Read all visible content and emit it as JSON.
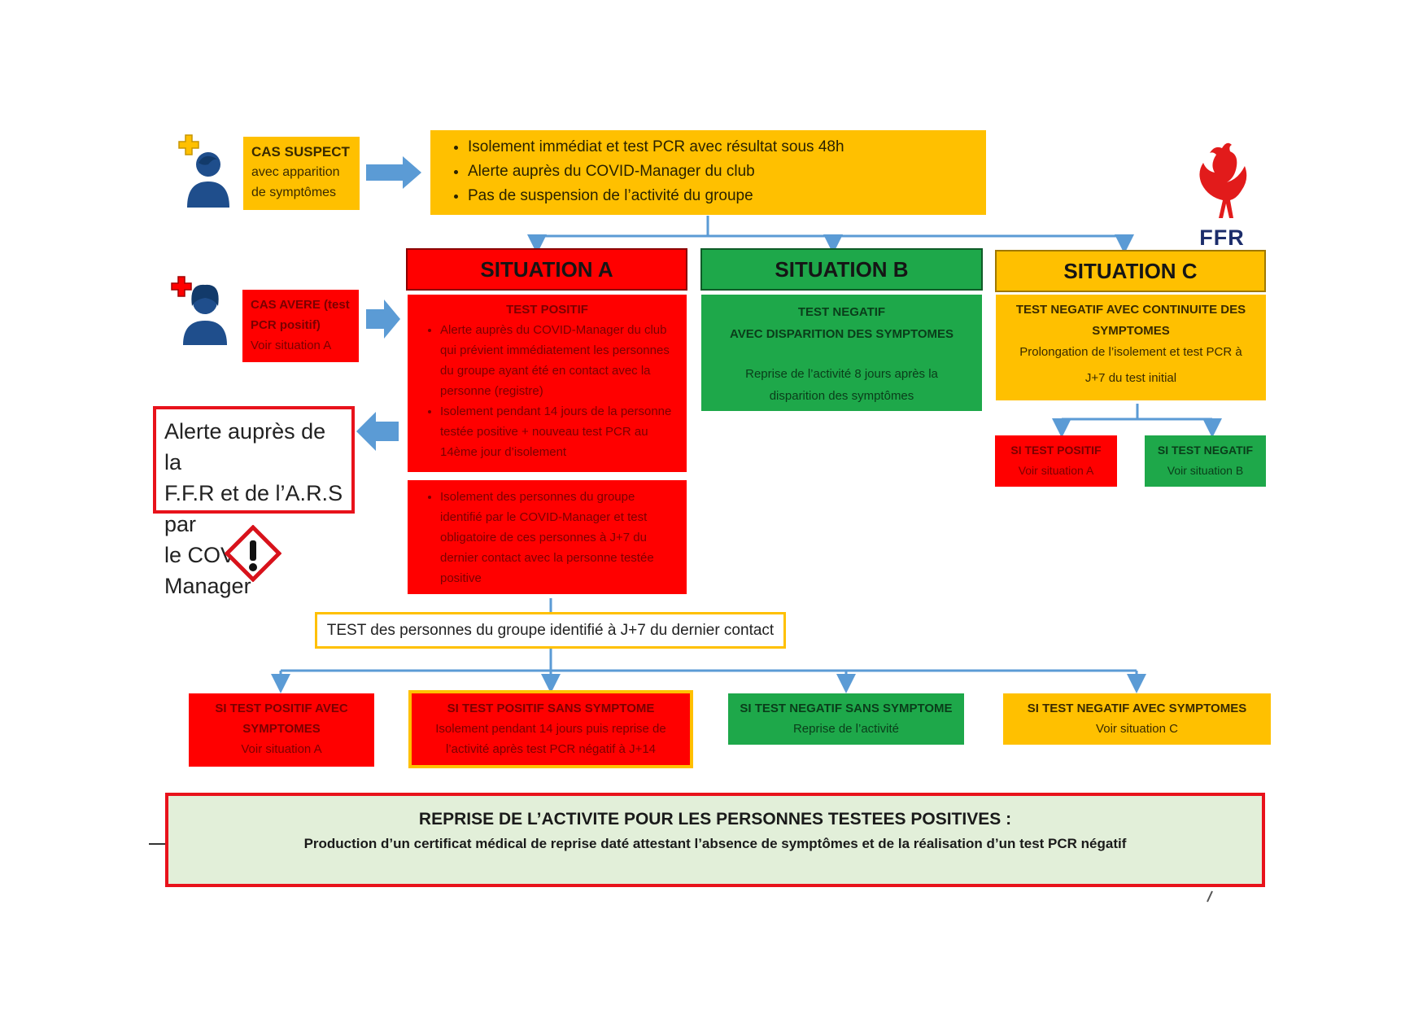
{
  "logo": {
    "text": "FFR",
    "color": "#1c2d6b"
  },
  "suspect": {
    "icon": "user-suspect-icon",
    "title": "CAS SUSPECT",
    "line2": "avec apparition",
    "line3": "de symptômes"
  },
  "suspect_actions": [
    "Isolement immédiat et test PCR avec résultat sous 48h",
    "Alerte auprès du COVID-Manager du club",
    "Pas de suspension de l’activité du groupe"
  ],
  "confirmed": {
    "icon": "user-confirmed-icon",
    "title": "CAS AVERE (test",
    "line2": "PCR positif)",
    "line3": "Voir situation A"
  },
  "alert_box": {
    "line1": "Alerte auprès de la",
    "line2": "F.F.R et de l’A.R.S par",
    "line3": "le COVID-Manager"
  },
  "situations": {
    "a": {
      "title": "SITUATION A",
      "subtitle": "TEST POSITIF",
      "bullets": [
        "Alerte auprès du COVID-Manager du club qui prévient immédiatement les personnes du groupe ayant été en contact avec la personne (registre)",
        "Isolement pendant 14 jours de la personne testée positive + nouveau test PCR au 14ème jour d’isolement"
      ],
      "second_bullets": [
        "Isolement des personnes du groupe identifié par le COVID-Manager et test obligatoire de ces personnes à J+7 du dernier contact avec la personne testée positive"
      ]
    },
    "b": {
      "title": "SITUATION B",
      "line1": "TEST NEGATIF",
      "line2": "AVEC DISPARITION DES SYMPTOMES",
      "line3": "Reprise de l’activité 8 jours après la",
      "line4": "disparition des symptômes"
    },
    "c": {
      "title": "SITUATION C",
      "line1": "TEST NEGATIF AVEC CONTINUITE DES",
      "line2": "SYMPTOMES",
      "line3": "Prolongation de l’isolement et test PCR à",
      "line4": "J+7 du test initial",
      "outcome_pos_title": "SI TEST POSITIF",
      "outcome_pos_text": "Voir situation A",
      "outcome_neg_title": "SI TEST NEGATIF",
      "outcome_neg_text": "Voir situation B"
    }
  },
  "group_test": "TEST des personnes du groupe identifié à J+7 du dernier contact",
  "outcomes": [
    {
      "title": "SI TEST POSITIF AVEC",
      "title2": "SYMPTOMES",
      "text": "Voir situation A",
      "text2": ""
    },
    {
      "title": "SI TEST POSITIF SANS SYMPTOME",
      "title2": "",
      "text": "Isolement pendant 14 jours puis reprise de",
      "text2": "l’activité après test PCR négatif à J+14"
    },
    {
      "title": "SI TEST NEGATIF SANS SYMPTOME",
      "title2": "",
      "text": "Reprise de l’activité",
      "text2": ""
    },
    {
      "title": "SI TEST NEGATIF AVEC SYMPTOMES",
      "title2": "",
      "text": "Voir situation C",
      "text2": ""
    }
  ],
  "footer": {
    "title": "REPRISE DE L’ACTIVITE POUR LES PERSONNES TESTEES POSITIVES :",
    "text": "Production d’un certificat médical de reprise daté attestant l’absence de symptômes et de la réalisation d’un test PCR négatif"
  },
  "colors": {
    "red": "#ff0000",
    "green": "#1ea84a",
    "amber": "#ffc000",
    "connector": "#5b9bd5",
    "footer_bg": "#e2efd9"
  }
}
